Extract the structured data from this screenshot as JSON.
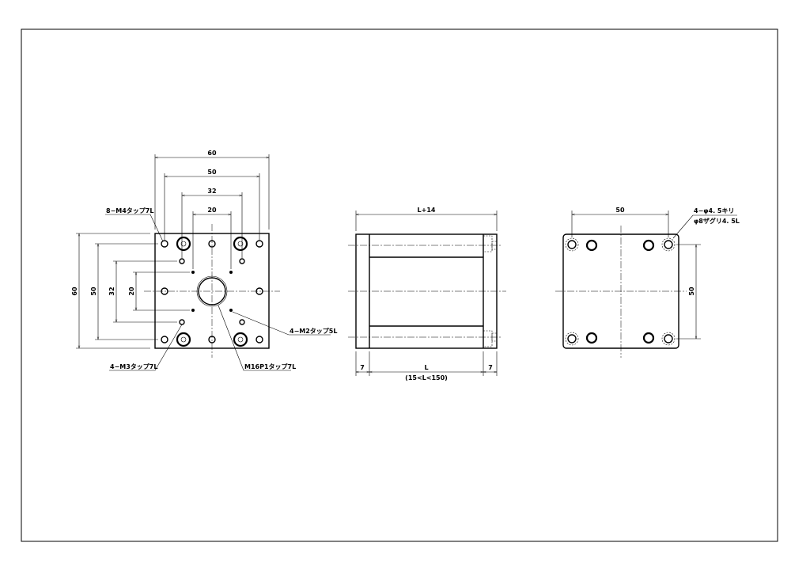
{
  "front_view": {
    "dim_width_60": "60",
    "dim_width_50": "50",
    "dim_width_32": "32",
    "dim_width_20": "20",
    "dim_height_60": "60",
    "dim_height_50": "50",
    "dim_height_32": "32",
    "dim_height_20": "20",
    "note_m4": "8−M4タップ7L",
    "note_m3": "4−M3タップ7L",
    "note_m2": "4−M2タップ5L",
    "note_m16": "M16P1タップ7L"
  },
  "side_view": {
    "dim_total": "L+14",
    "dim_left": "7",
    "dim_length": "L",
    "dim_right": "7",
    "dim_range": "(15<L<150)"
  },
  "back_view": {
    "dim_width_50": "50",
    "dim_height_50": "50",
    "note_line1": "4−φ4. 5キリ",
    "note_line2": "φ8ザグリ4. 5L"
  }
}
